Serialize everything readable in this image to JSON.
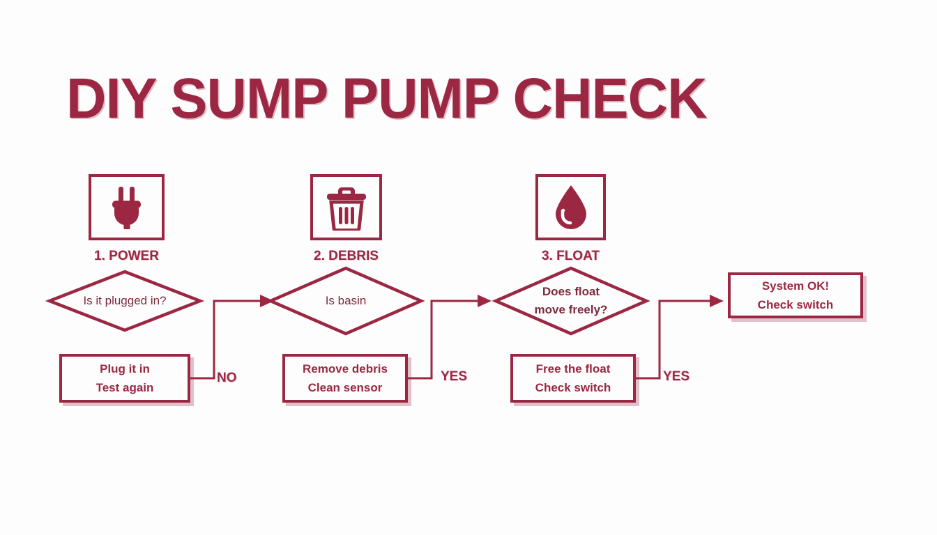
{
  "title": "DIY SUMP PUMP CHECK",
  "colors": {
    "accent": "#9B2743",
    "text": "#7E2A3C",
    "background": "#fdfdfd"
  },
  "steps": [
    {
      "label": "1. POWER",
      "icon": "power-plug-icon"
    },
    {
      "label": "2. DEBRIS",
      "icon": "trash-can-icon"
    },
    {
      "label": "3. FLOAT",
      "icon": "water-droplet-icon"
    }
  ],
  "decisions": [
    {
      "lines": [
        "Is it plugged in?"
      ]
    },
    {
      "lines": [
        "Is basin"
      ]
    },
    {
      "lines": [
        "Does float",
        "move freely?"
      ]
    }
  ],
  "actions": [
    {
      "lines": [
        "Plug it in",
        "Test again"
      ],
      "branch": "NO"
    },
    {
      "lines": [
        "Remove debris",
        "Clean sensor"
      ],
      "branch": "YES"
    },
    {
      "lines": [
        "Free the float",
        "Check switch"
      ],
      "branch": "YES"
    }
  ],
  "outcome": {
    "lines": [
      "System OK!",
      "Check switch"
    ]
  }
}
